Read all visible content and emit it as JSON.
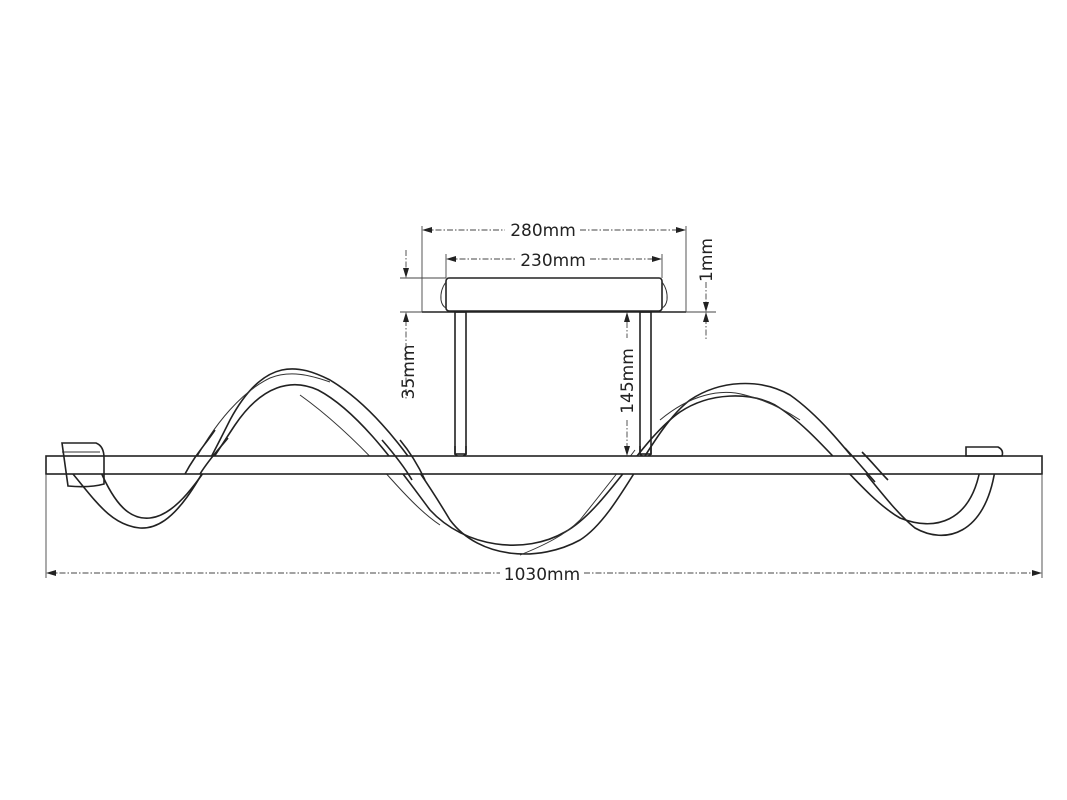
{
  "diagram": {
    "type": "technical-dimension-drawing",
    "subject": "wave ceiling lamp",
    "line_color": "#222222",
    "dimensions": {
      "total_width": "1030mm",
      "canopy_outer_width": "280mm",
      "canopy_inner_width": "230mm",
      "canopy_thickness": "1mm",
      "canopy_height": "35mm",
      "suspension_height": "145mm"
    }
  }
}
